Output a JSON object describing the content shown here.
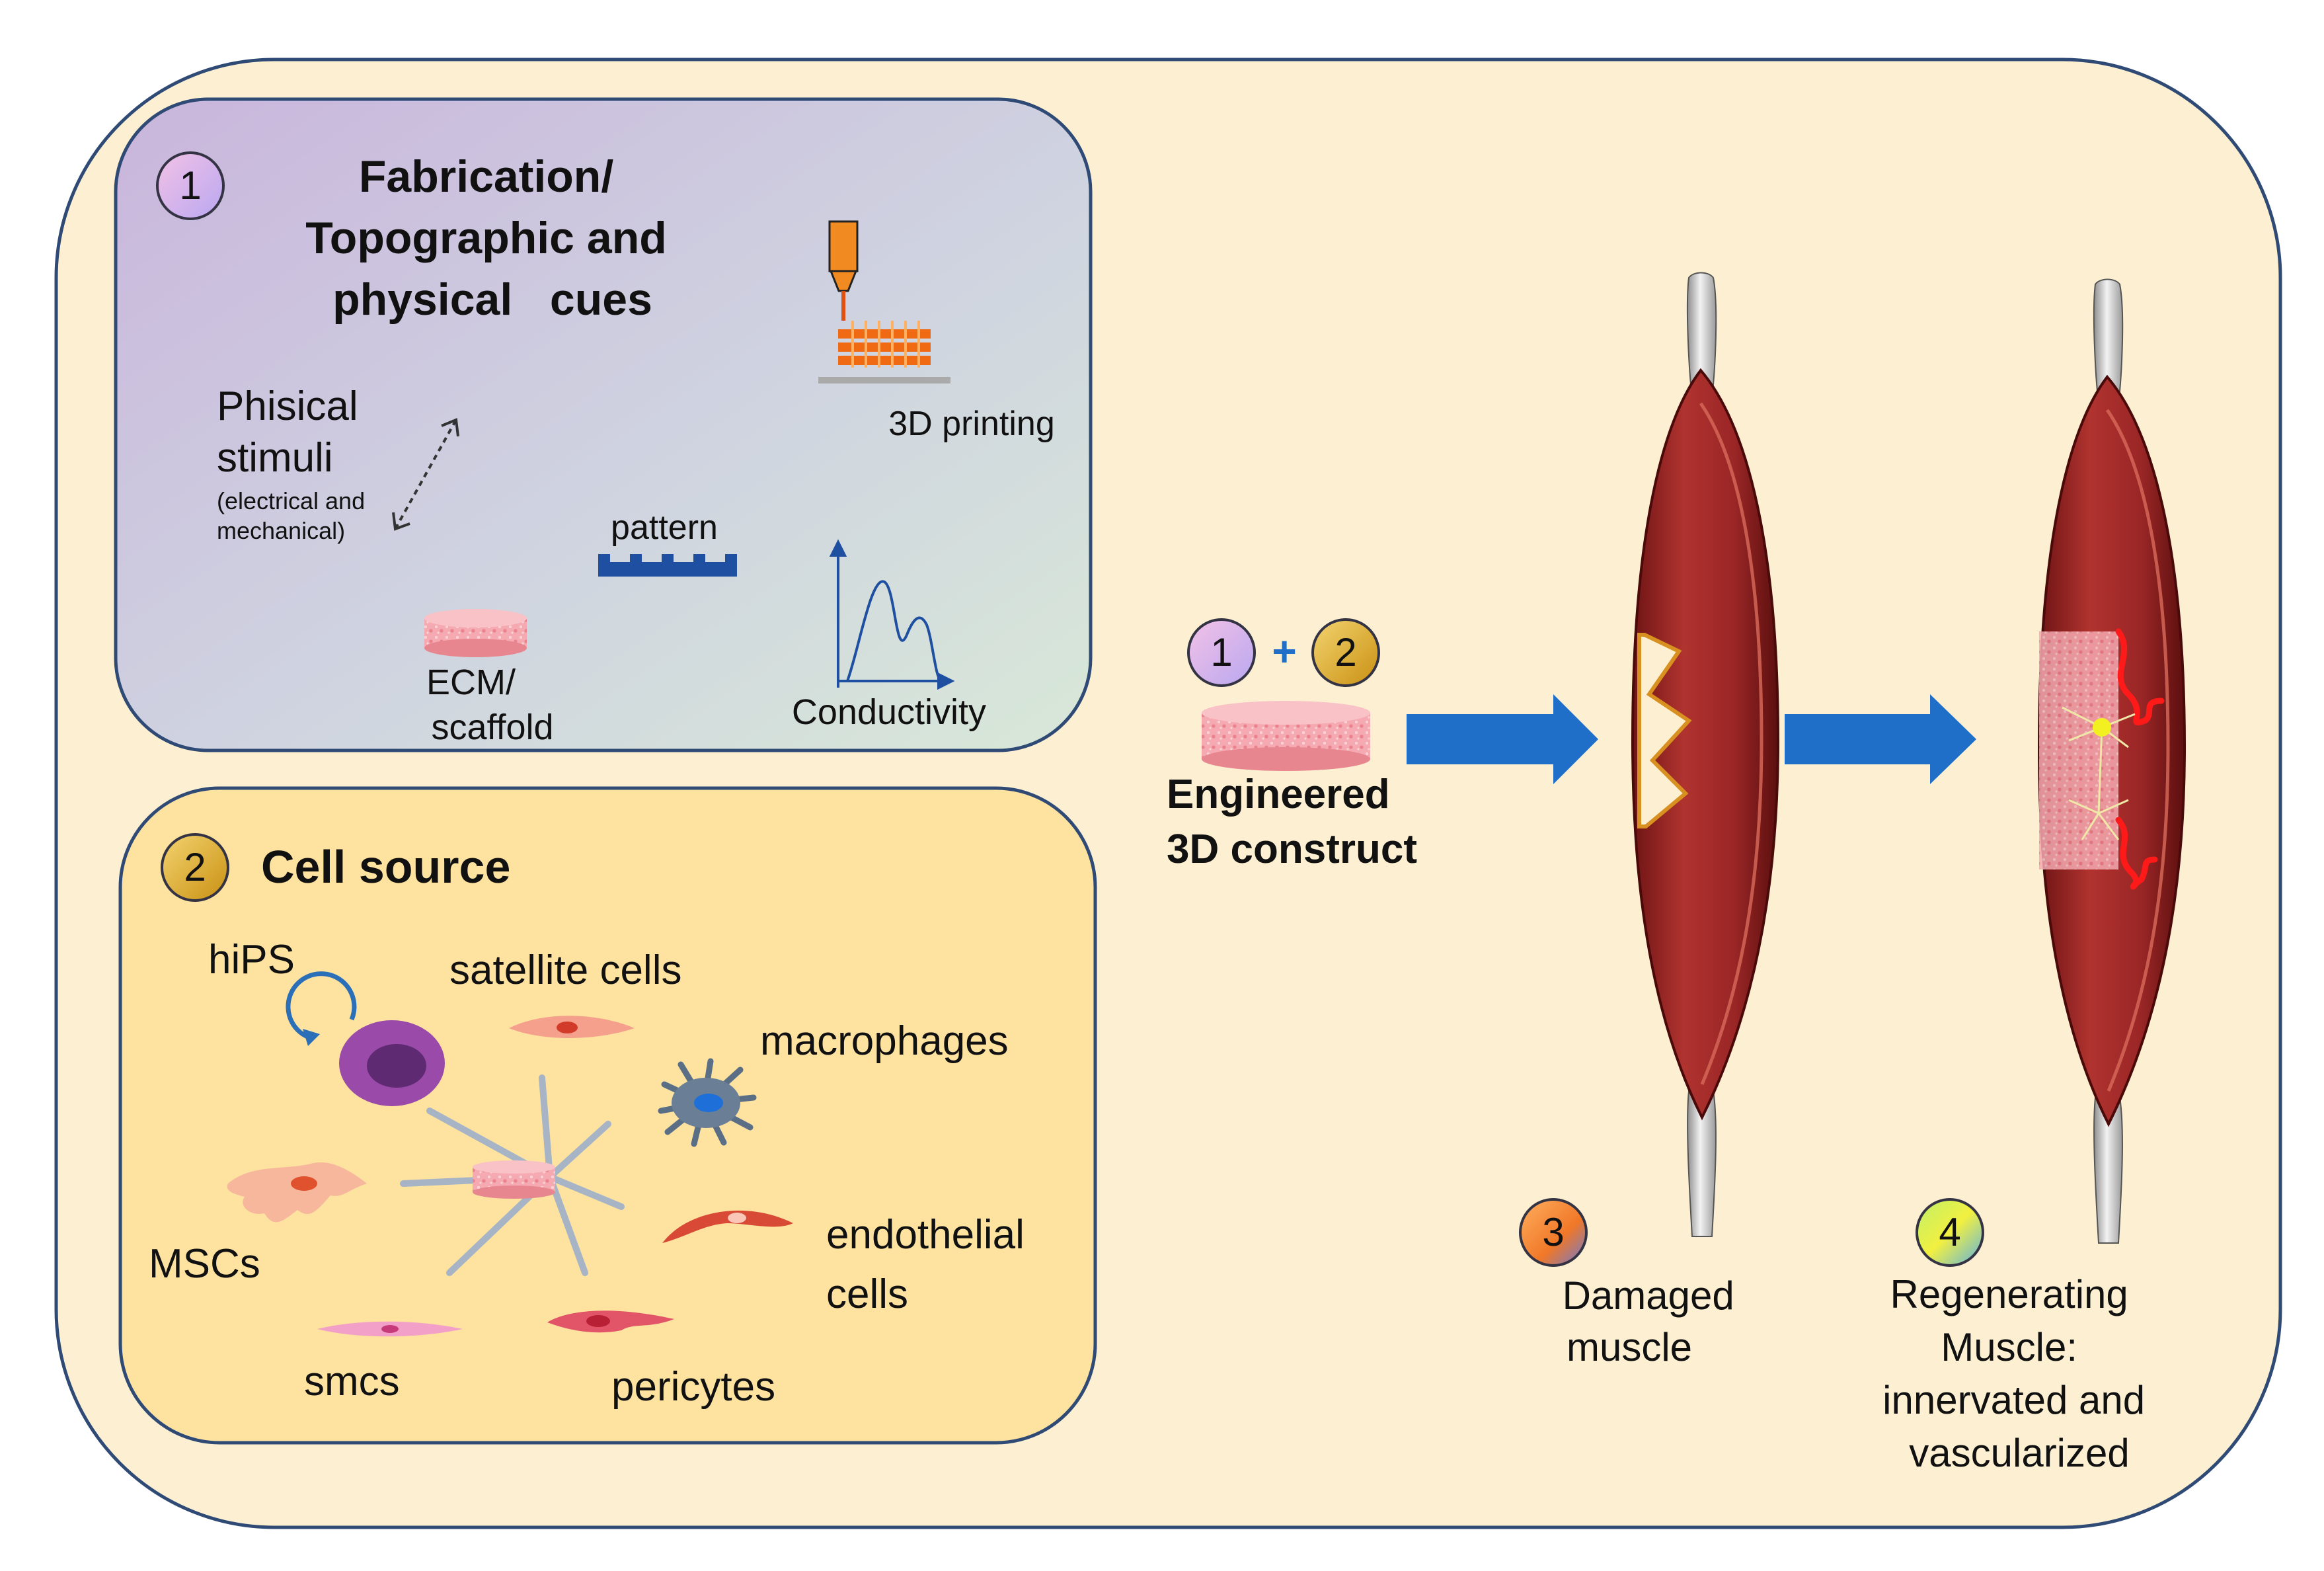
{
  "panel1": {
    "badge": "1",
    "title_lines": [
      "Fabrication/",
      "Topographic and",
      "physical   cues"
    ],
    "stimuli_lines": [
      "Phisical",
      "stimuli"
    ],
    "stimuli_note_lines": [
      "(electrical and",
      "mechanical)"
    ],
    "printing_label": "3D printing",
    "pattern_label": "pattern",
    "ecm_lines": [
      "ECM/",
      "scaffold"
    ],
    "conductivity_label": "Conductivity"
  },
  "panel2": {
    "badge": "2",
    "title": "Cell source",
    "cells": {
      "hips": "hiPS",
      "satellite": "satellite cells",
      "macrophages": "macrophages",
      "mscs": "MSCs",
      "endothelial_lines": [
        "endothelial",
        "cells"
      ],
      "smcs": "smcs",
      "pericytes": "pericytes"
    }
  },
  "construct": {
    "badge_a": "1",
    "plus": "+",
    "badge_b": "2",
    "label_lines": [
      "Engineered",
      "3D construct"
    ]
  },
  "damaged": {
    "badge": "3",
    "label_lines": [
      "Damaged",
      "muscle"
    ]
  },
  "regenerating": {
    "badge": "4",
    "label_lines": [
      "Regenerating",
      "Muscle:",
      "innervated and",
      "vascularized"
    ]
  },
  "colors": {
    "background": "#fdf0d2",
    "panel1_start": "#cdb8dd",
    "panel1_end": "#d6e6dc",
    "panel2": "#fde2a0",
    "arrow_blue": "#1f6fc8",
    "muscle_red": "#a02a2a",
    "tendon_grey": "#c8c8c8",
    "scaffold_pink": "#f2a0a8"
  }
}
